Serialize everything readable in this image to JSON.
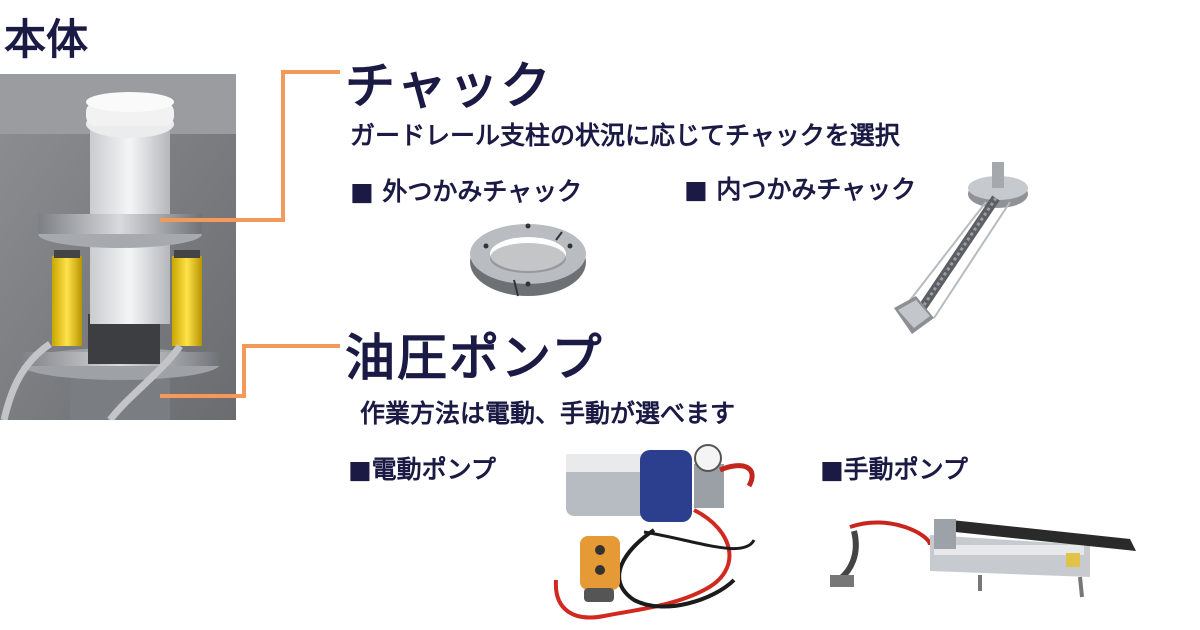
{
  "main_title": "本体",
  "chuck": {
    "heading": "チャック",
    "description": "ガードレール支柱の状況に応じてチャックを選択",
    "outer_label": "■ 外つかみチャック",
    "inner_label": "■ 内つかみチャック"
  },
  "pump": {
    "heading": "油圧ポンプ",
    "description": "作業方法は電動、手動が選べます",
    "electric_label": "■電動ポンプ",
    "manual_label": "■手動ポンプ"
  },
  "colors": {
    "text": "#1b1a44",
    "connector": "#f39a5a"
  }
}
